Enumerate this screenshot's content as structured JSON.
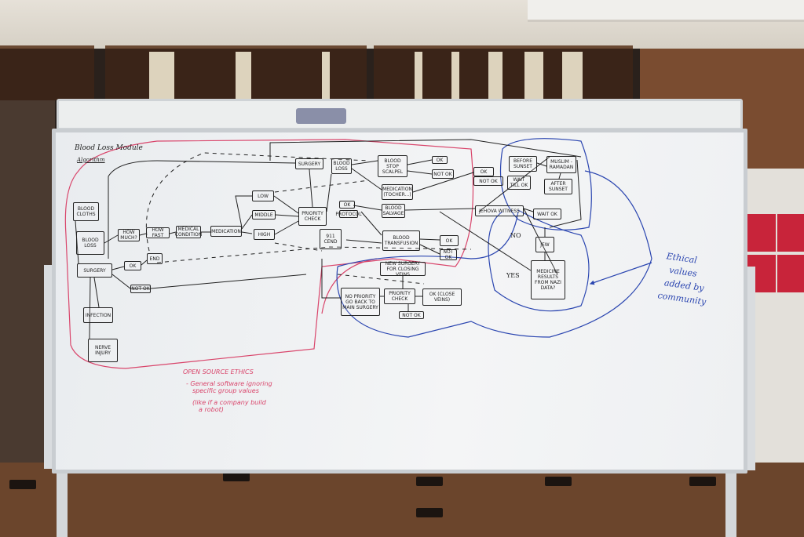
{
  "diagram": {
    "title": "Blood Loss Module",
    "subtitle": "Algorithm",
    "nodes": {
      "blood_cloths": "Blood Cloths",
      "blood_loss": "Blood Loss",
      "surgery_main": "Surgery",
      "ok_1": "OK",
      "end": "END",
      "not_ok_1": "Not OK",
      "infection": "Infection",
      "nerve_injury": "Nerve Injury",
      "how_much": "How much?",
      "how_fast": "How fast",
      "medical_condition": "Medical condition",
      "medication": "Medication",
      "low": "Low",
      "middle": "Middle",
      "high": "High",
      "priority_check": "Priority Check",
      "surgery_top": "Surgery",
      "blood_loss_2": "Blood Loss",
      "call_911": "911 Cend",
      "blood_stop_scalpel": "Blood stop scalpel",
      "ok_2": "OK",
      "not_ok_2": "Not OK",
      "ok_3": "OK",
      "not_ok_3": "Not OK",
      "medication_2": "Medication (tocher...)",
      "ok_4": "OK",
      "protocol": "Protocol",
      "blood_salvage": "Blood salvage",
      "blood_transfusion": "Blood transfusion",
      "ok_5": "OK",
      "not_ok_5": "Not OK",
      "new_surgery": "New surgery for closing veins",
      "no_priority": "No priority go back to main surgery",
      "priority_check_2": "Priority Check",
      "ok_close_veins": "OK (close veins)",
      "not_ok_6": "Not OK",
      "before_sunset": "Before sunset",
      "muslim": "Muslim - Ramadan",
      "after_sunset": "After sunset",
      "wait_till_ok": "Wait till OK",
      "jehova": "Jehova witness",
      "wait_ok": "Wait OK",
      "jew": "Jew",
      "nazi_data": "Medicine results from Nazi data?"
    },
    "edge_labels": {
      "no": "NO",
      "yes": "YES"
    },
    "pink_notes": {
      "heading": "OPEN SOURCE ETHICS",
      "line1": "- General software ignoring",
      "line2": "specific group values",
      "line3": "(like if a company build",
      "line4": "a robot)"
    },
    "blue_note": {
      "line1": "Ethical",
      "line2": "values",
      "line3": "added by",
      "line4": "community"
    }
  },
  "colors": {
    "marker_black": "#222222",
    "marker_pink": "#d9456b",
    "marker_blue": "#2a45b0"
  }
}
